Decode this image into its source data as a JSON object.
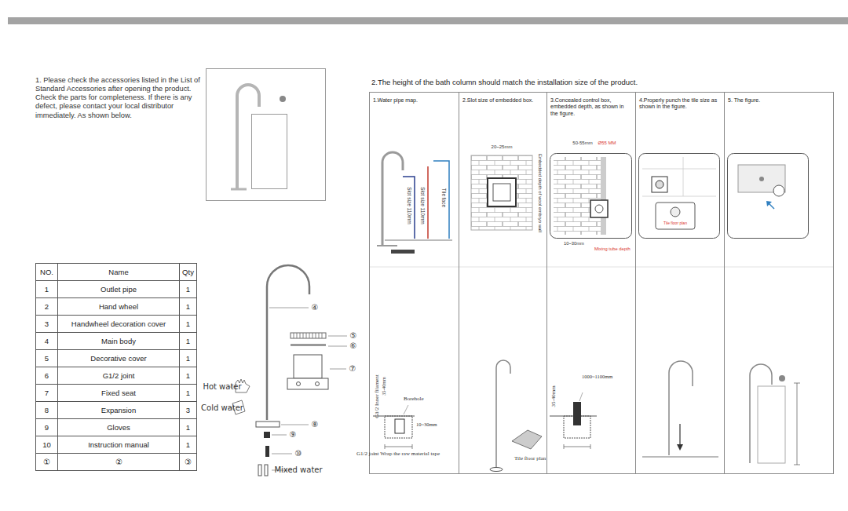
{
  "diagram": {
    "nodes": [
      {
        "text": [
          "2.The height of the bath column should match the installation size of the product."
        ]
      },
      {
        "text": [
          "1.Water pipe map."
        ],
        "in": 0
      },
      {
        "text": [
          "2.Slot size of embedded box."
        ],
        "in": 0
      },
      {
        "text": [
          "3.Concealed control box, embedded depth, as shown in the figure."
        ],
        "in": 0
      },
      {
        "text": [
          "4.Properly punch the tile size as shown in the figure."
        ],
        "in": 0
      },
      {
        "text": [
          "5. The figure."
        ],
        "in": 0
      }
    ],
    "labels": [
      "1. Please check the accessories listed in the List of Standard Accessories after opening the product. Check the parts for completeness. If there is any defect, please contact your local distributor immediately. As shown below.",
      "NO.",
      "Name",
      "Qty",
      "1",
      "Outlet pipe",
      "1",
      "2",
      "Hand wheel",
      "1",
      "3",
      "Handwheel decoration cover",
      "1",
      "4",
      "Main body",
      "1",
      "5",
      "Decorative cover",
      "1",
      "6",
      "G1/2 joint",
      "1",
      "7",
      "Fixed seat",
      "1",
      "8",
      "Expansion",
      "3",
      "9",
      "Gloves",
      "1",
      "10",
      "Instruction manual",
      "1",
      "①",
      "②",
      "③",
      "④",
      "⑤",
      "⑥",
      "⑦",
      "⑧",
      "⑨",
      "⑩",
      "Mixed water",
      "Hot water",
      "Cold water",
      "Slot size 110mm",
      "Slot size 110mm",
      "Tile face",
      "20~25mm",
      "Embedded depth of wool embryo wall",
      "50-55mm",
      "Ø55 MM",
      "10~30mm",
      "Mixing tube depth",
      "Tile floor plan",
      "G1/2 Inner filament",
      "35-40mm",
      "Borehole",
      "10~30mm",
      "G1/2 joint Wrap the raw material tape",
      "Tile floor plan",
      "35-40mm",
      "1000~1100mm"
    ]
  }
}
